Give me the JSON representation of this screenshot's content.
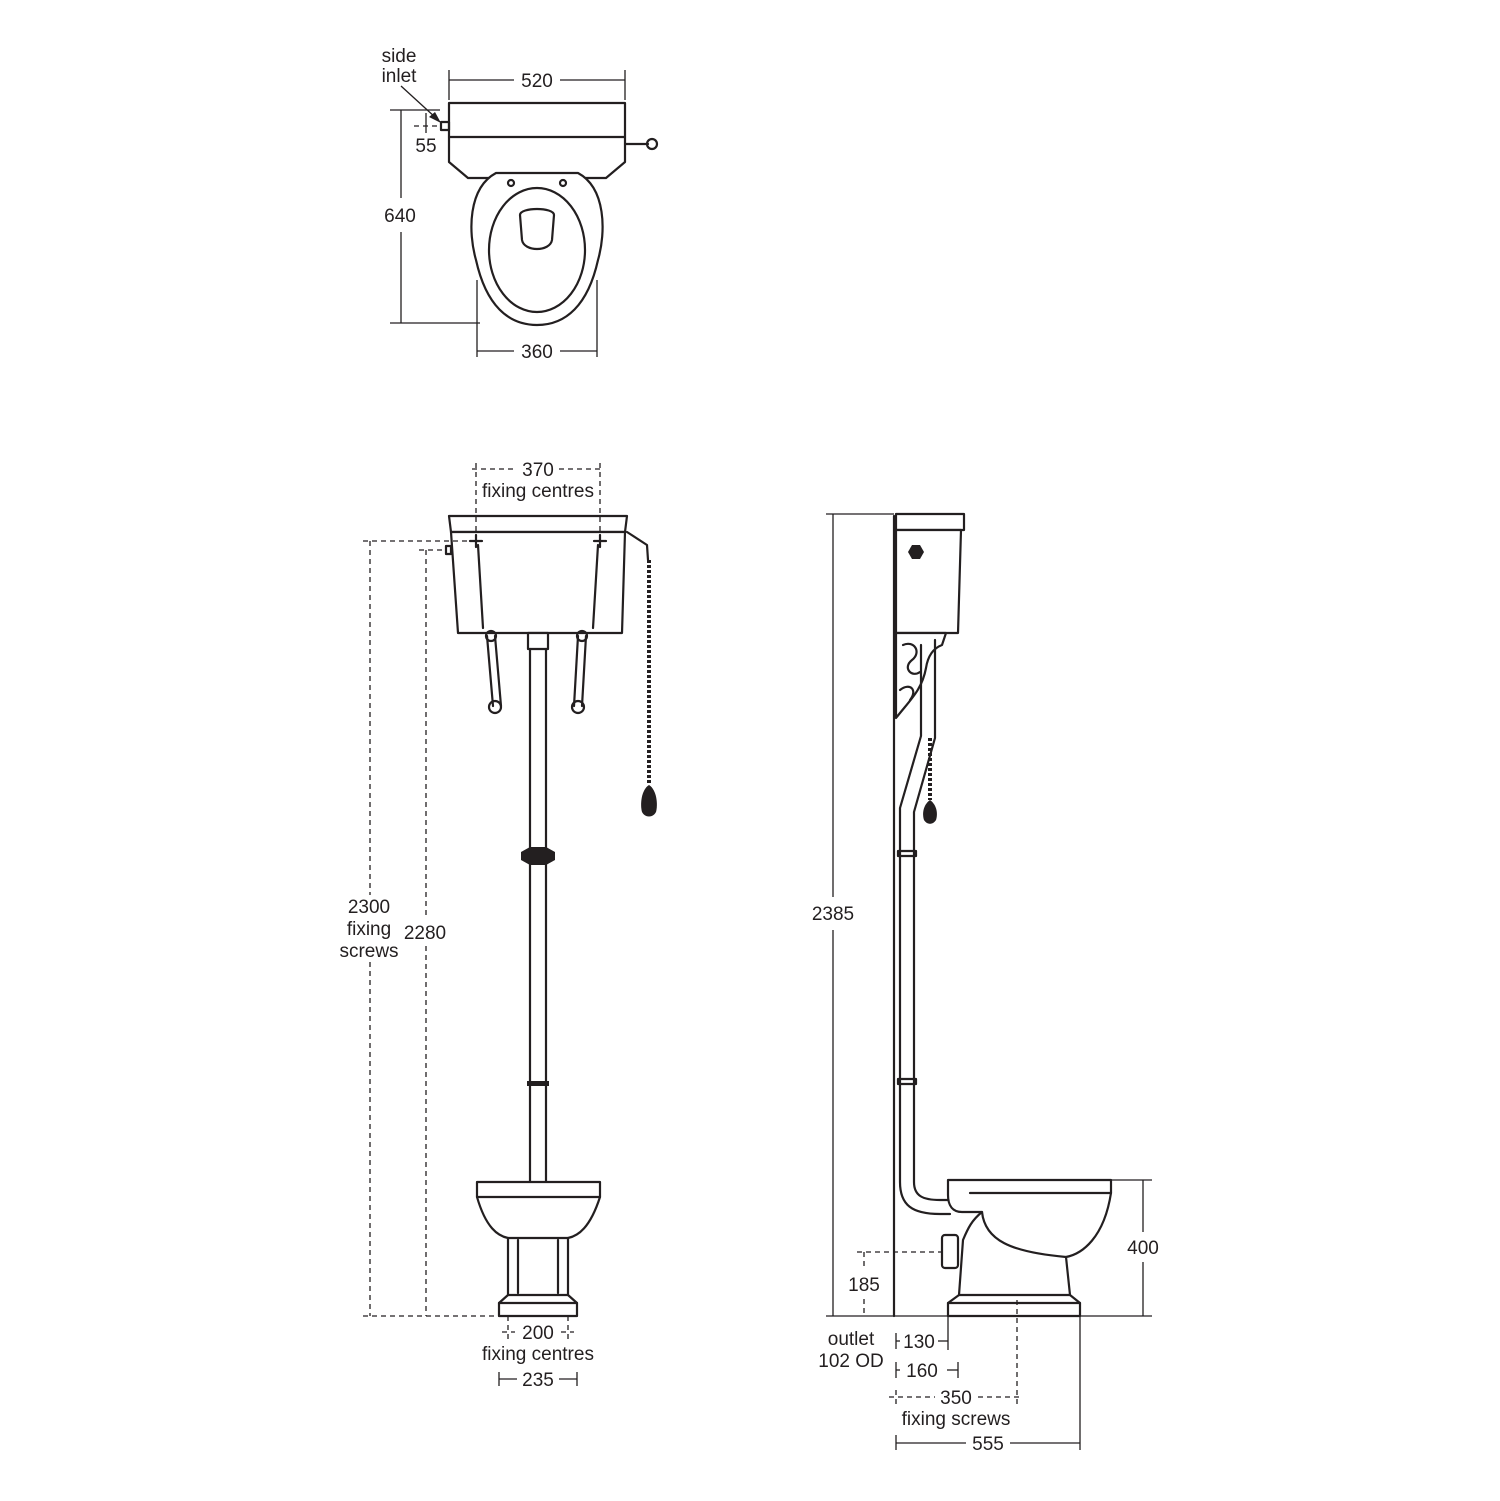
{
  "labels": {
    "side_inlet_1": "side",
    "side_inlet_2": "inlet",
    "dim_520": "520",
    "dim_55": "55",
    "dim_640": "640",
    "dim_360": "360",
    "dim_370": "370",
    "fixing_centres_top": "fixing centres",
    "dim_2300": "2300",
    "fixing_1": "fixing",
    "screws_1": "screws",
    "dim_2280": "2280",
    "dim_200": "200",
    "fixing_centres_bottom": "fixing centres",
    "dim_235": "235",
    "dim_2385": "2385",
    "dim_400": "400",
    "dim_185": "185",
    "outlet_1": "outlet",
    "outlet_2": "102 OD",
    "dim_130": "130",
    "dim_160": "160",
    "dim_350": "350",
    "fixing_screws": "fixing screws",
    "dim_555": "555"
  },
  "colors": {
    "line": "#231f20",
    "background": "#ffffff"
  }
}
